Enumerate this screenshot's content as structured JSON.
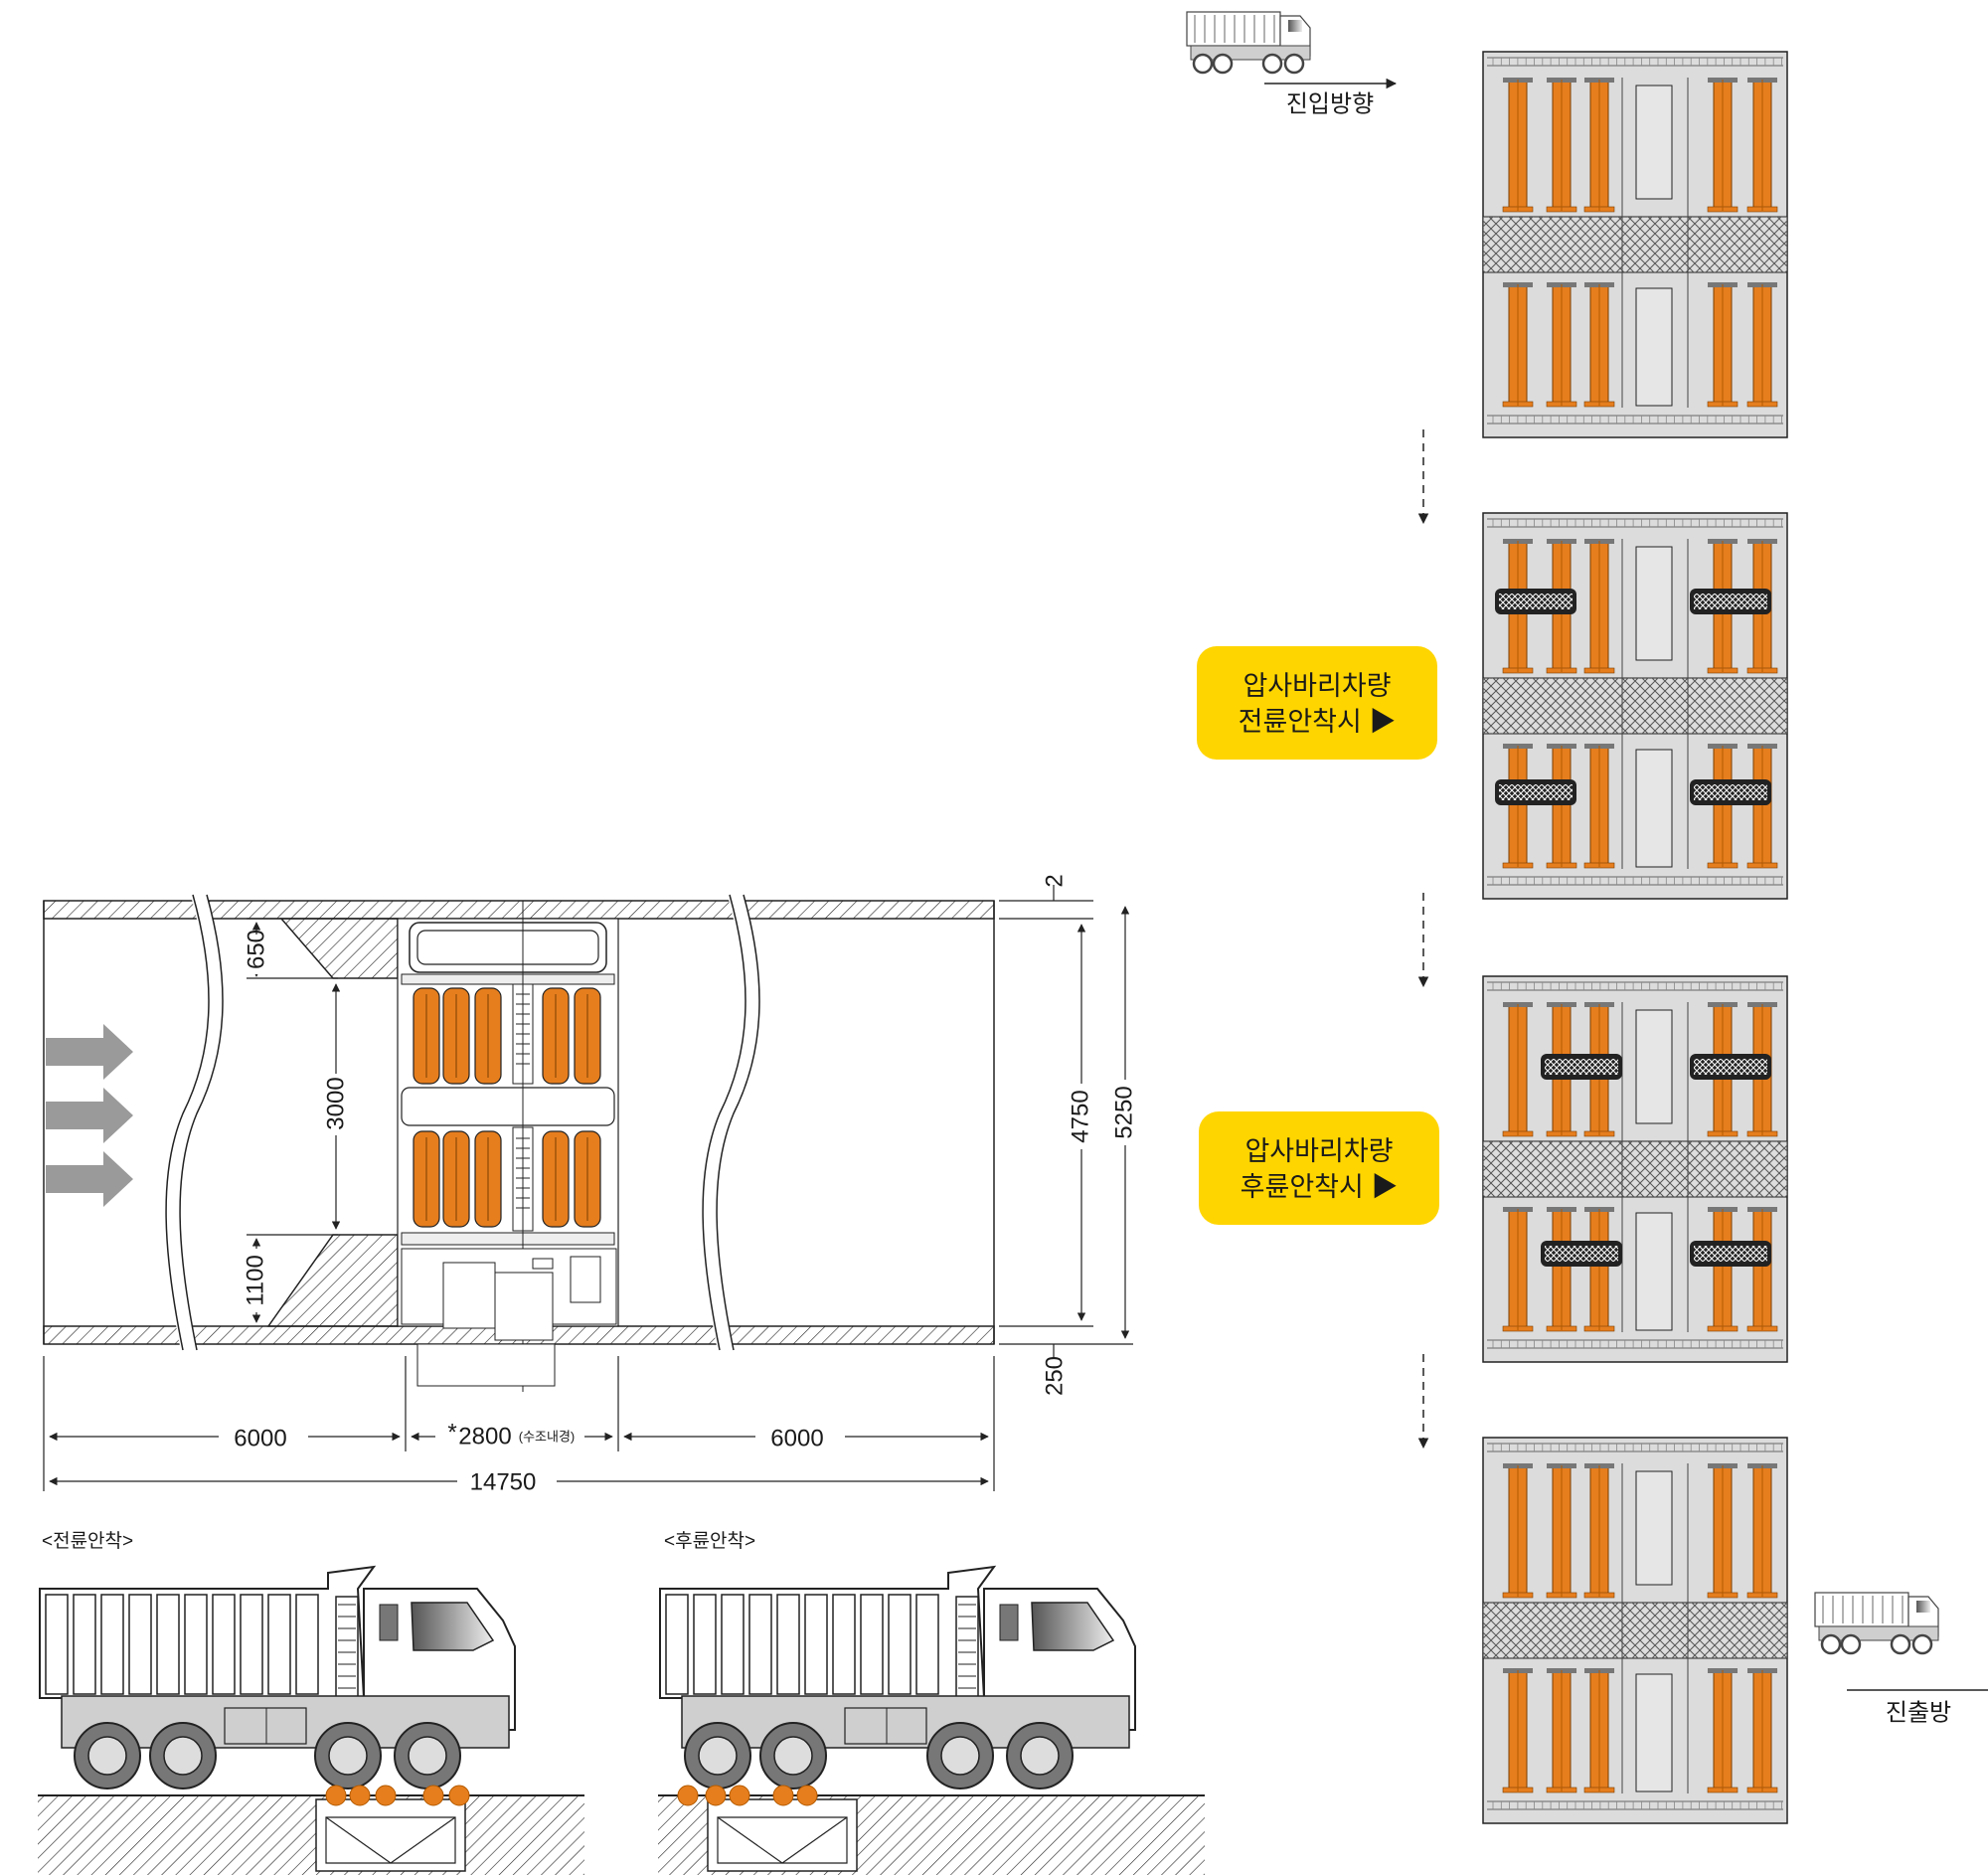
{
  "flow": {
    "entry_label": "진입방향",
    "exit_label": "진출방",
    "front_badge": {
      "line1": "압사바리차량",
      "line2": "전륜안착시 ▶"
    },
    "rear_badge": {
      "line1": "압사바리차량",
      "line2": "후륜안착시 ▶"
    }
  },
  "plan": {
    "dims": {
      "top_gap": "2",
      "bottom_gap": "250",
      "entry_margin": "650",
      "inner_width": "3000",
      "exit_margin": "1100",
      "inner_height": "4750",
      "outer_height": "5250",
      "approach_left": "6000",
      "center_prefix": "*",
      "center": "2800",
      "center_note": "(수조내경)",
      "approach_right": "6000",
      "total": "14750"
    }
  },
  "trucks": {
    "front_caption": "<전륜안착>",
    "rear_caption": "<후륜안착>"
  },
  "colors": {
    "roller_orange": "#e67e1e",
    "badge_yellow": "#ffd500",
    "arrow_gray": "#9a9a9a",
    "panel_gray": "#dcdcdc",
    "body_gray": "#cfcfcf"
  }
}
